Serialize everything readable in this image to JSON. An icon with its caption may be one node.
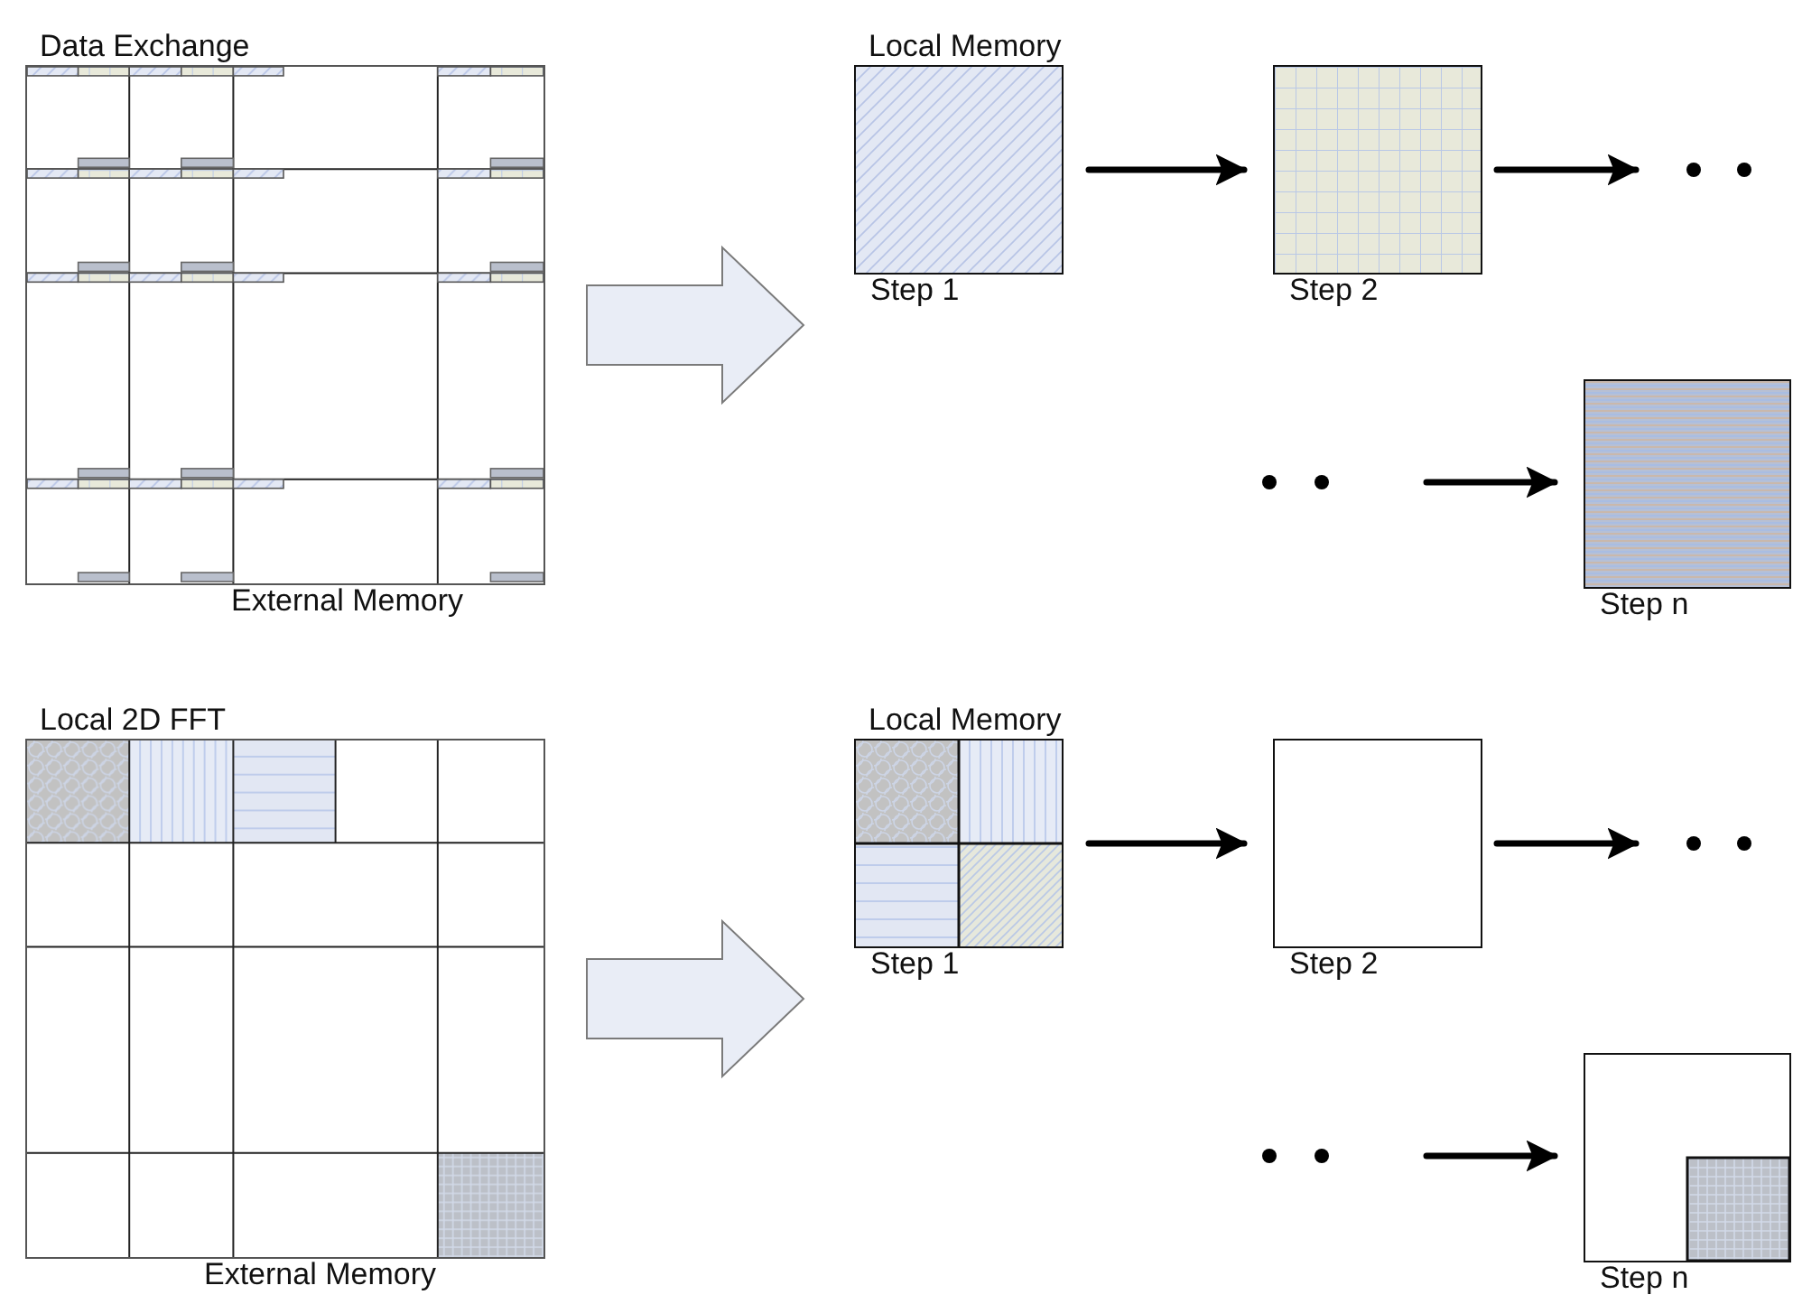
{
  "diagram": {
    "nodes": [
      {
        "text": [
          "Data Exchange"
        ],
        "beside": [
          "External Memory"
        ]
      },
      {
        "text": [
          "Local Memory"
        ],
        "beside": [
          "Step 1"
        ]
      },
      {
        "text": [],
        "shape": "box",
        "beside": [
          "Step 2"
        ]
      },
      {
        "text": [],
        "shape": "box",
        "beside": [
          "Step n"
        ]
      },
      {
        "text": [
          "Local 2D FFT"
        ],
        "beside": [
          "External Memory"
        ]
      },
      {
        "text": [
          "Local Memory"
        ],
        "beside": [
          "Step 1"
        ]
      },
      {
        "text": [],
        "shape": "box",
        "beside": [
          "Step 2"
        ]
      },
      {
        "text": [],
        "shape": "box",
        "beside": [
          "Step n"
        ]
      }
    ],
    "edges": [
      {
        "from": 0,
        "to": 1,
        "arrow": "to",
        "style": "thick"
      },
      {
        "from": 1,
        "to": 2,
        "arrow": "to"
      },
      {
        "from": 2,
        "to": null,
        "arrow": "to"
      },
      {
        "from": null,
        "to": 3,
        "arrow": "to"
      },
      {
        "from": 4,
        "to": 5,
        "arrow": "to",
        "style": "thick"
      },
      {
        "from": 5,
        "to": 6,
        "arrow": "to"
      },
      {
        "from": 6,
        "to": null,
        "arrow": "to"
      },
      {
        "from": null,
        "to": 7,
        "arrow": "to"
      }
    ]
  }
}
